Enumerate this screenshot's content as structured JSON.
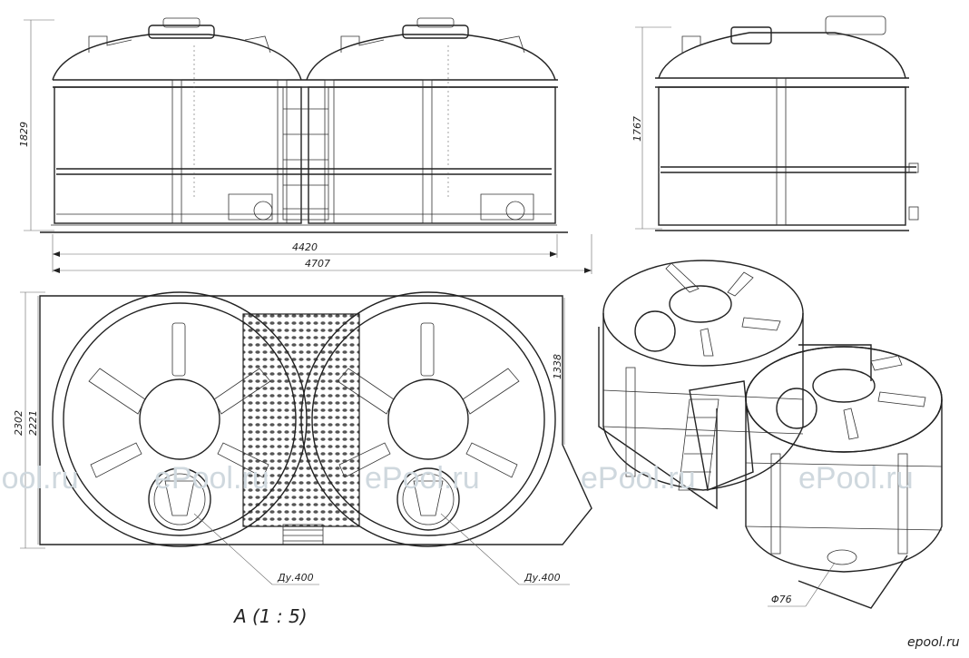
{
  "drawing": {
    "dimensions": {
      "front_height": "1829",
      "side_height": "1767",
      "inner_length": "4420",
      "total_length": "4707",
      "plan_width": "2302",
      "plan_width_inner": "2221",
      "plan_offset": "1338"
    },
    "labels": {
      "nozzle_left": "Ду.400",
      "nozzle_right": "Ду.400",
      "drain": "Φ76",
      "detail": "A  (1 : 5)"
    },
    "watermarks": [
      "ePool.ru",
      "ePool.ru",
      "ePool.ru",
      "ePool.ru",
      "ePool.ru"
    ],
    "logo": "epool.ru"
  },
  "colors": {
    "line": "#222222",
    "watermark": "#cfd8de",
    "logo": "#3da5d9"
  }
}
